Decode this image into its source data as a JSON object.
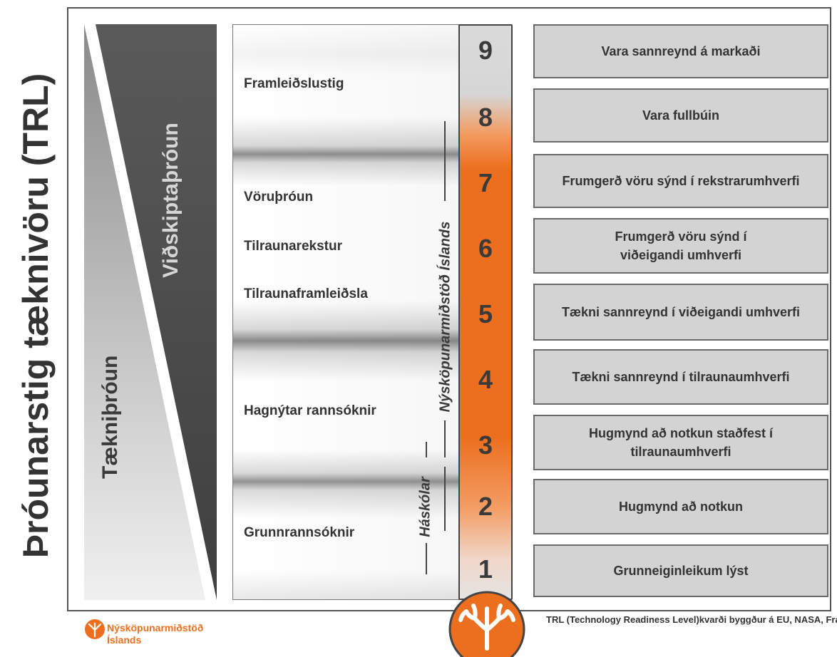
{
  "title": "Þróunarstig tæknivöru (TRL)",
  "diagonal": {
    "upper_label": "Viðskiptaþróun",
    "lower_label": "Tækniþróun"
  },
  "phases": [
    {
      "label": "Framleiðslustig"
    },
    {
      "label": "Vöruþróun"
    },
    {
      "label": "Tilraunarekstur"
    },
    {
      "label": "Tilraunaframleiðsla"
    },
    {
      "label": "Hagnýtar rannsóknir"
    },
    {
      "label": "Grunnrannsóknir"
    }
  ],
  "actors": {
    "universities": "Háskólar",
    "institute": "Nýsköpunarmiðstöð Íslands"
  },
  "levels": [
    {
      "number": "9",
      "description": "Vara sannreynd á markaði"
    },
    {
      "number": "8",
      "description": "Vara fullbúin"
    },
    {
      "number": "7",
      "description": "Frumgerð vöru sýnd í rekstrarumhverfi"
    },
    {
      "number": "6",
      "description": "Frumgerð vöru sýnd í\nviðeigandi umhverfi"
    },
    {
      "number": "5",
      "description": "Tækni sannreynd í viðeigandi umhverfi"
    },
    {
      "number": "4",
      "description": "Tækni sannreynd í tilraunaumhverfi"
    },
    {
      "number": "3",
      "description": "Hugmynd að notkun staðfest í\ntilraunaumhverfi"
    },
    {
      "number": "2",
      "description": "Hugmynd að notkun"
    },
    {
      "number": "1",
      "description": "Grunneiginleikum lýst"
    }
  ],
  "footer": {
    "org_line1": "Nýsköpunarmiðstöð",
    "org_line2": "Íslands",
    "note": "TRL (Technology Readiness Level)kvarði byggður á EU, NASA, Fraunhofer"
  },
  "colors": {
    "accent": "#ec6f1f",
    "box_fill": "#d3d3d3",
    "dark_wedge": "#4a4a4a"
  }
}
